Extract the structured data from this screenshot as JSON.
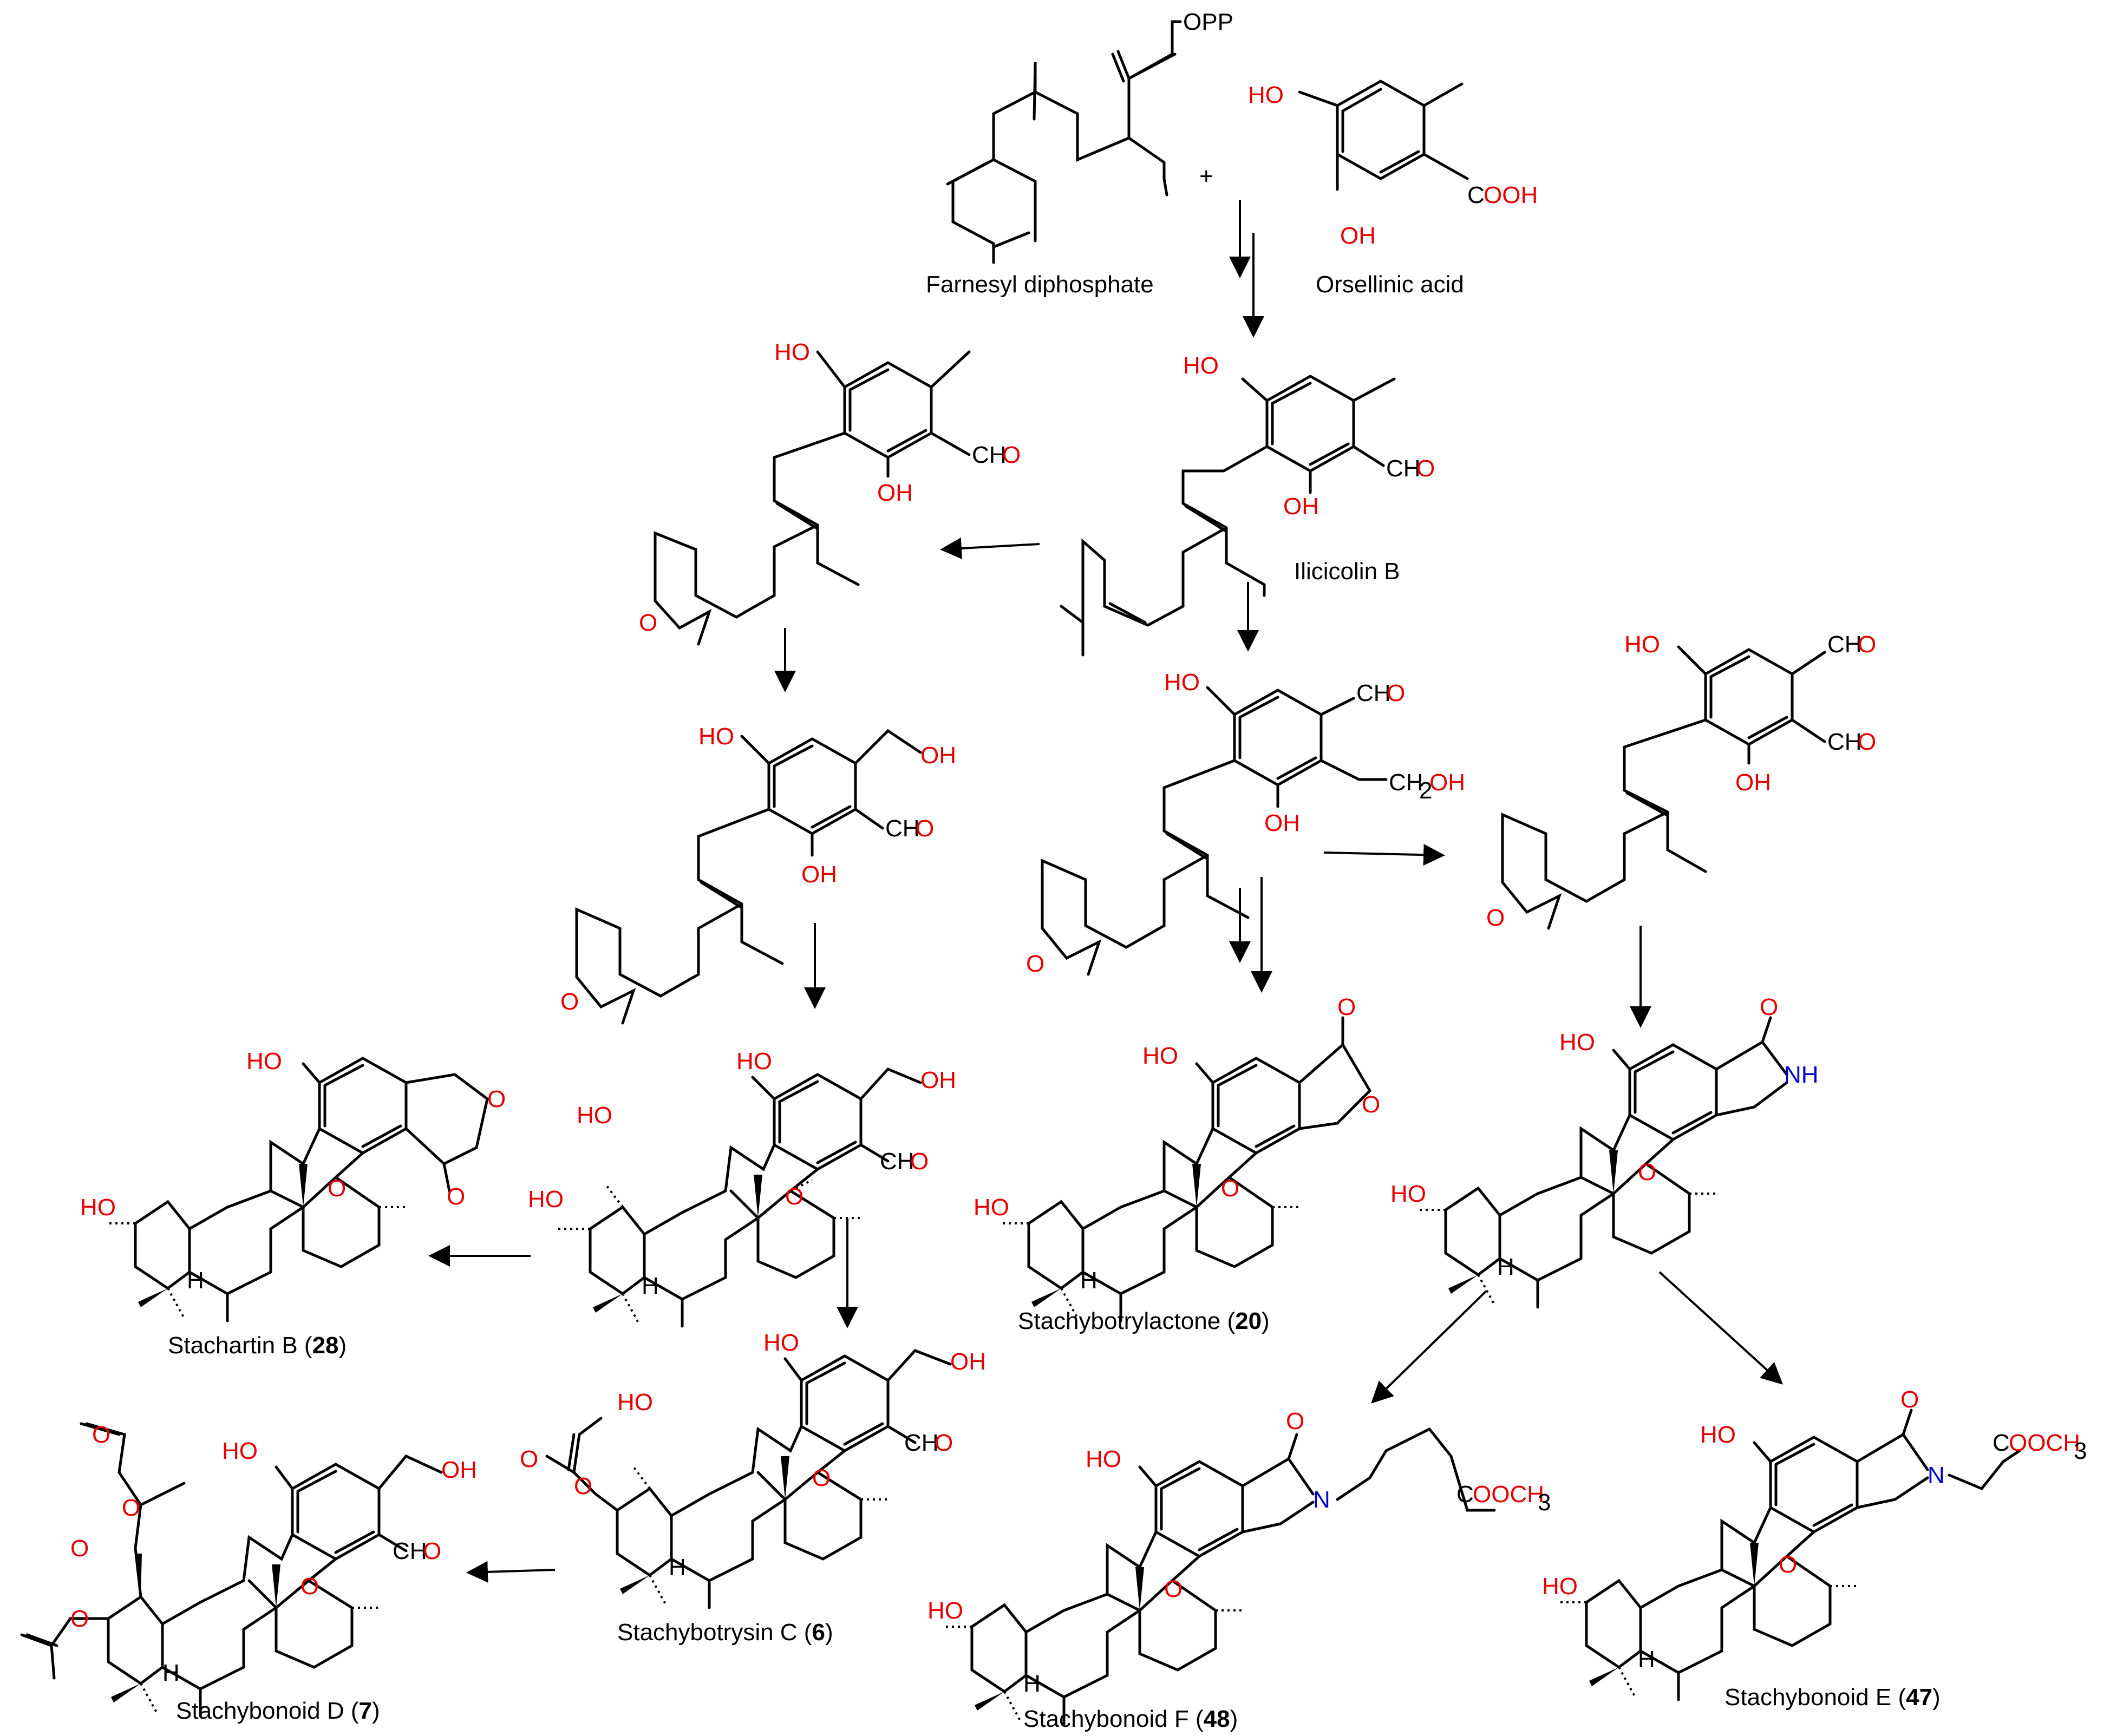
{
  "plus_sign": "+",
  "atoms": {
    "OPP": "OPP",
    "HO": "HO",
    "OH": "OH",
    "C": "C",
    "H": "H",
    "O": "O",
    "OOH": "OOH",
    "OOCH3": "OOCH",
    "sub3": "3",
    "CH": "CH",
    "CH2": "CH",
    "sub2": "2",
    "N": "N",
    "NH": "NH"
  },
  "labels": {
    "farnesyl": "Farnesyl diphosphate",
    "orsellinic": "Orsellinic acid",
    "ilicicolin": "Ilicicolin B",
    "stachartin_name": "Stachartin B (",
    "stachartin_num": "28",
    "close": ")",
    "stachybotrylactone_name": "Stachybotrylactone (",
    "stachybotrylactone_num": "20",
    "stachybotrysin_name": "Stachybotrysin C (",
    "stachybotrysin_num": "6",
    "stachybonoidD_name": "Stachybonoid D (",
    "stachybonoidD_num": "7",
    "stachybonoidF_name": "Stachybonoid F (",
    "stachybonoidF_num": "48",
    "stachybonoidE_name": "Stachybonoid E (",
    "stachybonoidE_num": "47"
  }
}
